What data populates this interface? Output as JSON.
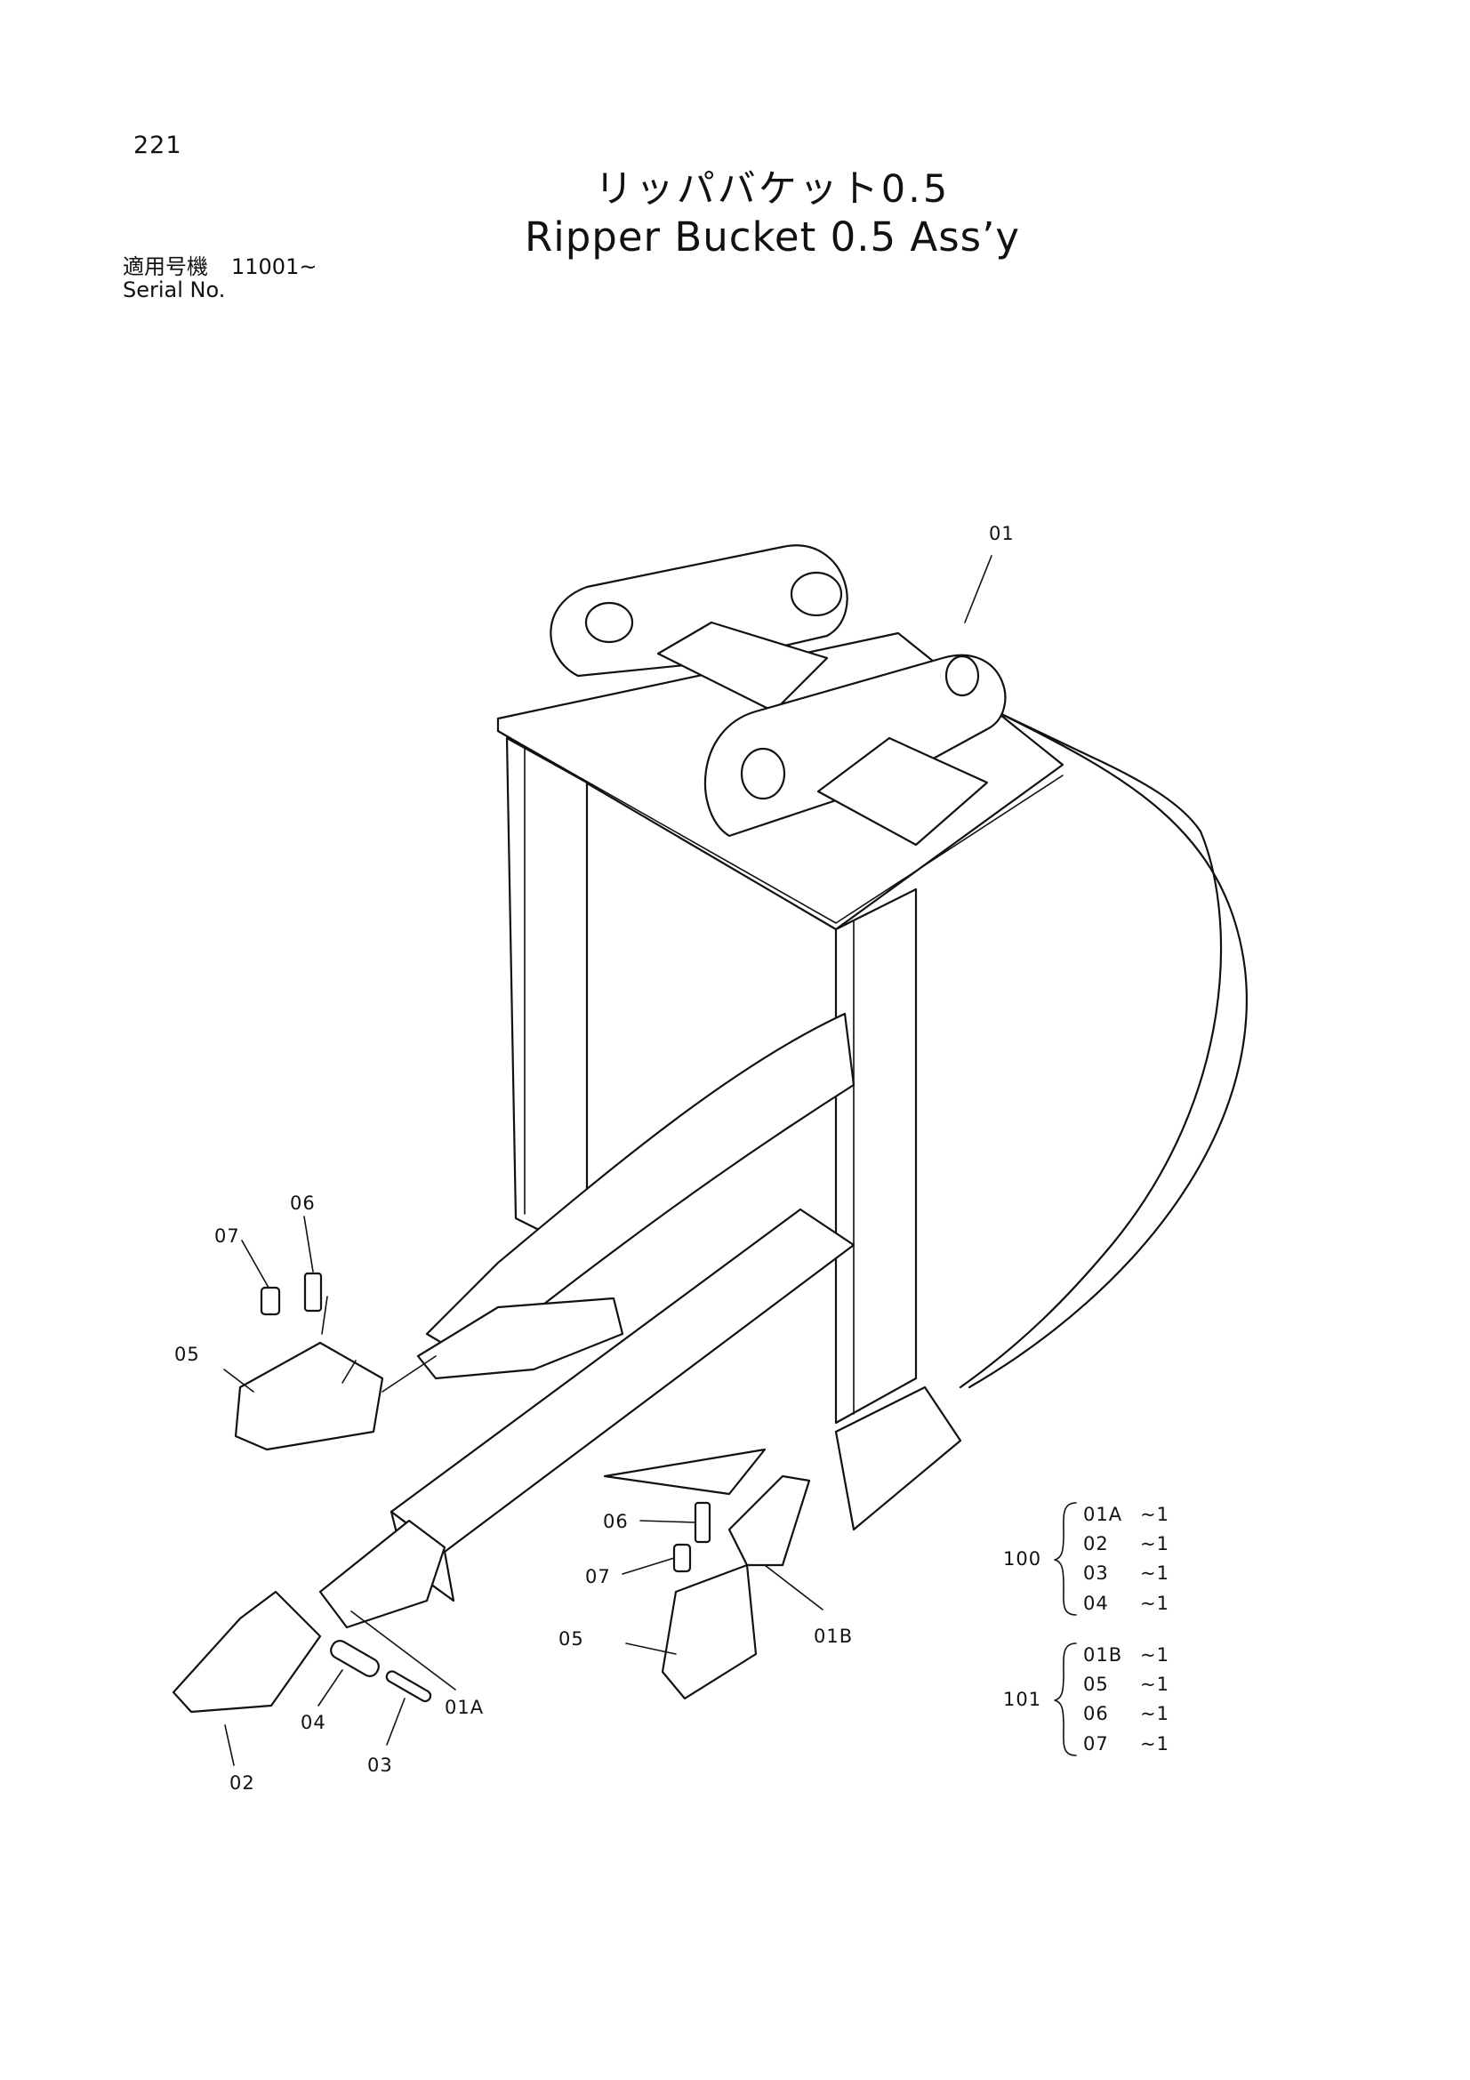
{
  "header": {
    "page_number": "221",
    "title_jp": "リッパバケット0.5",
    "title_en": "Ripper Bucket 0.5 Ass’y",
    "serial_label_jp": "適用号機",
    "serial_value": "11001~",
    "serial_label_en": "Serial No."
  },
  "callouts": [
    {
      "id": "01",
      "text": "01"
    },
    {
      "id": "01A",
      "text": "01A"
    },
    {
      "id": "01B",
      "text": "01B"
    },
    {
      "id": "02",
      "text": "02"
    },
    {
      "id": "03",
      "text": "03"
    },
    {
      "id": "04",
      "text": "04"
    },
    {
      "id": "05-left",
      "text": "05"
    },
    {
      "id": "06-left",
      "text": "06"
    },
    {
      "id": "07-left",
      "text": "07"
    },
    {
      "id": "05-right",
      "text": "05"
    },
    {
      "id": "06-right",
      "text": "06"
    },
    {
      "id": "07-right",
      "text": "07"
    }
  ],
  "assemblies": [
    {
      "number": "100",
      "items": [
        {
          "part": "01A",
          "qty": "~1"
        },
        {
          "part": "02",
          "qty": "~1"
        },
        {
          "part": "03",
          "qty": "~1"
        },
        {
          "part": "04",
          "qty": "~1"
        }
      ]
    },
    {
      "number": "101",
      "items": [
        {
          "part": "01B",
          "qty": "~1"
        },
        {
          "part": "05",
          "qty": "~1"
        },
        {
          "part": "06",
          "qty": "~1"
        },
        {
          "part": "07",
          "qty": "~1"
        }
      ]
    }
  ]
}
